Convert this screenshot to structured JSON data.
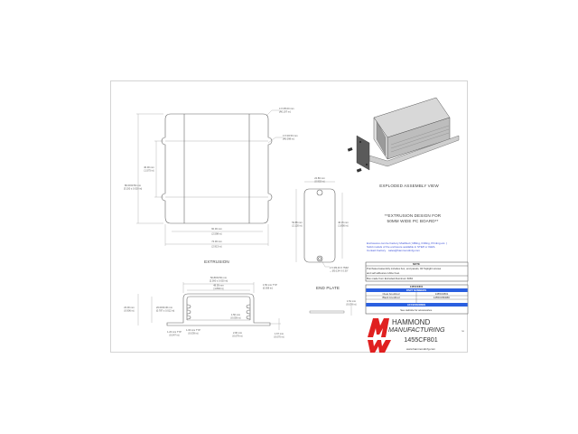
{
  "drawing": {
    "part_number": "1455CF801",
    "website": "www.hammondmfg.com",
    "brand_line1": "HAMMOND",
    "brand_line2": "MANUFACTURING",
    "brand_tm": "TM",
    "brand_color": "#e02020",
    "header_blue": "#2a5fe0"
  },
  "views": {
    "extrusion_label": "EXTRUSION",
    "end_plate_label": "END PLATE",
    "exploded_label": "EXPLODED ASSEMBLY VIEW",
    "design_note_line1": "**EXTRUSION DESIGN FOR",
    "design_note_line2": "50MM WIDE PC BOARD**"
  },
  "top_view_dims": {
    "corner_radius": "4 X R5.00 mm",
    "corner_radius_in": "[R0.197 in]",
    "slot_radius": "4 X R2.50 mm",
    "slot_radius_in": "[R0.098 in]",
    "slot_spacing": "40.00 mm",
    "slot_spacing_in": "[1.575 in]",
    "length": "80.00±0.50 mm",
    "length_in": "[3.150 ± 0.020 in]",
    "inner_width": "60.00 mm",
    "inner_width_in": "[2.598 in]",
    "overall_width": "74.00 mm",
    "overall_width_in": "[2.913 in]"
  },
  "profile_dims": {
    "outer_width": "50.80±0.50 mm",
    "outer_width_in": "[2.000 ± 0.020 in]",
    "inner_width": "48.05 mm",
    "inner_width_in": "[1.894 in]",
    "wall_top": "1.50 mm TYP",
    "wall_top_in": "[0.059 in]",
    "height_total": "23.00 mm",
    "height_total_in": "[0.906 in]",
    "height_body": "20.00±0.30 mm",
    "height_body_in": "[0.787 ± 0.012 in]",
    "slot_gap": "1.50 mm",
    "slot_gap_in": "[0.059 in]",
    "wall_side": "1.20 mm TYP",
    "wall_side_in": "[0.047 in]",
    "rib": "1.00 mm TYP",
    "rib_in": "[0.039 in]",
    "flange_offset": "2.00 mm",
    "flange_offset_in": "[0.079 in]",
    "flange_thk": "1.67 mm",
    "flange_thk_in": "[0.070 in]"
  },
  "end_plate_dims": {
    "width": "22.80 mm",
    "width_in": "[0.902 in]",
    "height": "53.85 mm",
    "height_in": "[2.120 in]",
    "hole_spacing": "46.15 mm",
    "hole_spacing_in": "[1.856 in]",
    "hole_note_line1": "2 X Ø3.40 X 7MM",
    "hole_note_line2": "⌴ Ø0.134 X 0.30\"",
    "thickness": "1.51 mm",
    "thickness_in": "[0.059 in]"
  },
  "modification_note": {
    "line1": "Enclosures can be Factory Modified ( Milling, Drilling, Printing etc. )",
    "line2": "Solid models of the enclosure available in STEP or IGES.",
    "line3_label": "Contact Factory",
    "line3_email": "sales@hammondmfg.com"
  },
  "note_table": {
    "title": "NOTE",
    "rows": [
      "Purchased assembly includes box, end panels, #4 Taptight screws",
      "and self adhesive rubber feet.",
      "Box made from Extruded Aluminum 6063."
    ]
  },
  "part_table": {
    "title": "1455CF801",
    "part_numbers_header": "PART NUMBERS",
    "rows": [
      {
        "finish": "Clear Anodized",
        "part": "1455CF801"
      },
      {
        "finish": "Black Anodized",
        "part": "1455CF801BK"
      }
    ],
    "accessories_header": "ACCESSORIES",
    "accessories_note": "See website for accessories."
  }
}
